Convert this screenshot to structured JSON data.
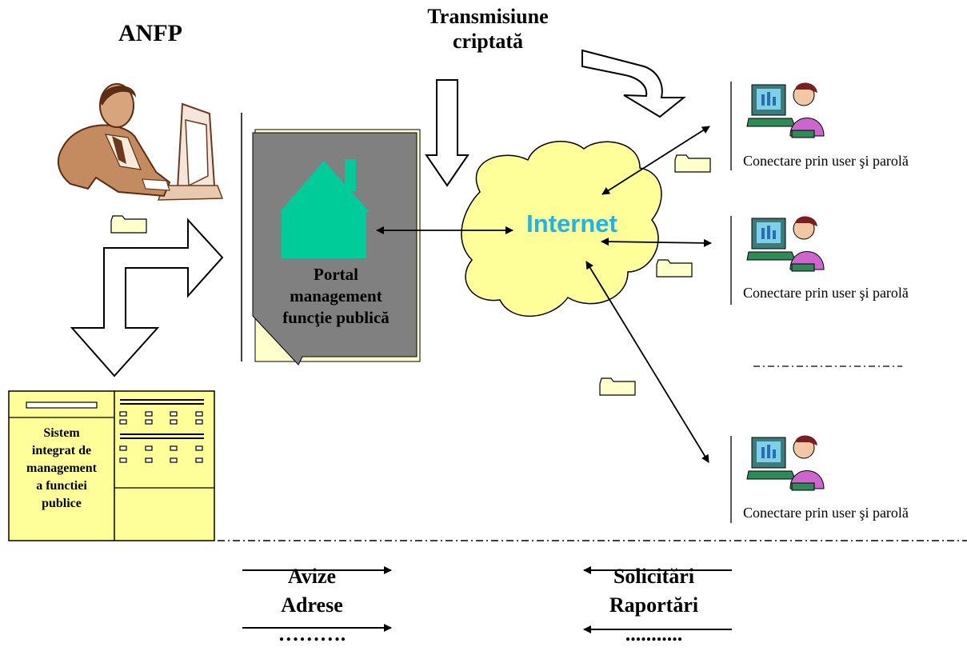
{
  "colors": {
    "portal_fill": "#808080",
    "house": "#00cc99",
    "cloud": "#ffff99",
    "internet_text": "#1fb4e6",
    "system_fill": "#ffff99",
    "folder": "#ffffcc"
  },
  "anfp_title": "ANFP",
  "transmission": {
    "line1": "Transmisiune",
    "line2": "criptată"
  },
  "portal": {
    "line1": "Portal",
    "line2": "management",
    "line3": "funcţie publică"
  },
  "internet_label": "Internet",
  "system": {
    "line1": "Sistem",
    "line2": "integrat de",
    "line3": "management",
    "line4": "a functiei",
    "line5": "publice"
  },
  "users": [
    {
      "caption": "Conectare prin user şi parolă"
    },
    {
      "caption": "Conectare prin user şi parolă"
    },
    {
      "caption": "Conectare prin user şi parolă"
    }
  ],
  "outgoing": {
    "line1": "Avize",
    "line2": "Adrese",
    "line3": "………."
  },
  "incoming": {
    "line1": "Solicitări",
    "line2": "Raportări",
    "line3": "..........."
  }
}
